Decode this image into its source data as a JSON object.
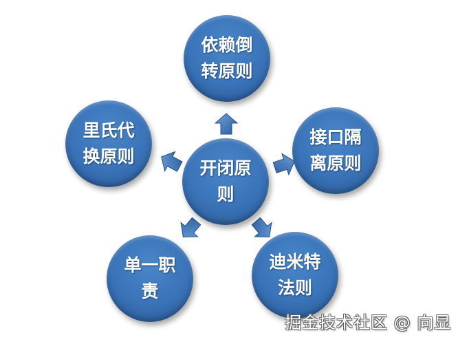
{
  "diagram": {
    "center": {
      "line1": "开闭原",
      "line2": "则"
    },
    "nodes": [
      {
        "id": "top",
        "line1": "依赖倒",
        "line2": "转原则"
      },
      {
        "id": "left",
        "line1": "里氏代",
        "line2": "换原则"
      },
      {
        "id": "right",
        "line1": "接口隔",
        "line2": "离原则"
      },
      {
        "id": "bottom-left",
        "line1": "单一职",
        "line2": "责"
      },
      {
        "id": "bottom-right",
        "line1": "迪米特",
        "line2": "法则"
      }
    ],
    "colors": {
      "node": "#3a73b8",
      "text": "#ffffff",
      "arrow": "#3a73b8"
    }
  },
  "watermark": "掘金技术社区 @ 向显"
}
